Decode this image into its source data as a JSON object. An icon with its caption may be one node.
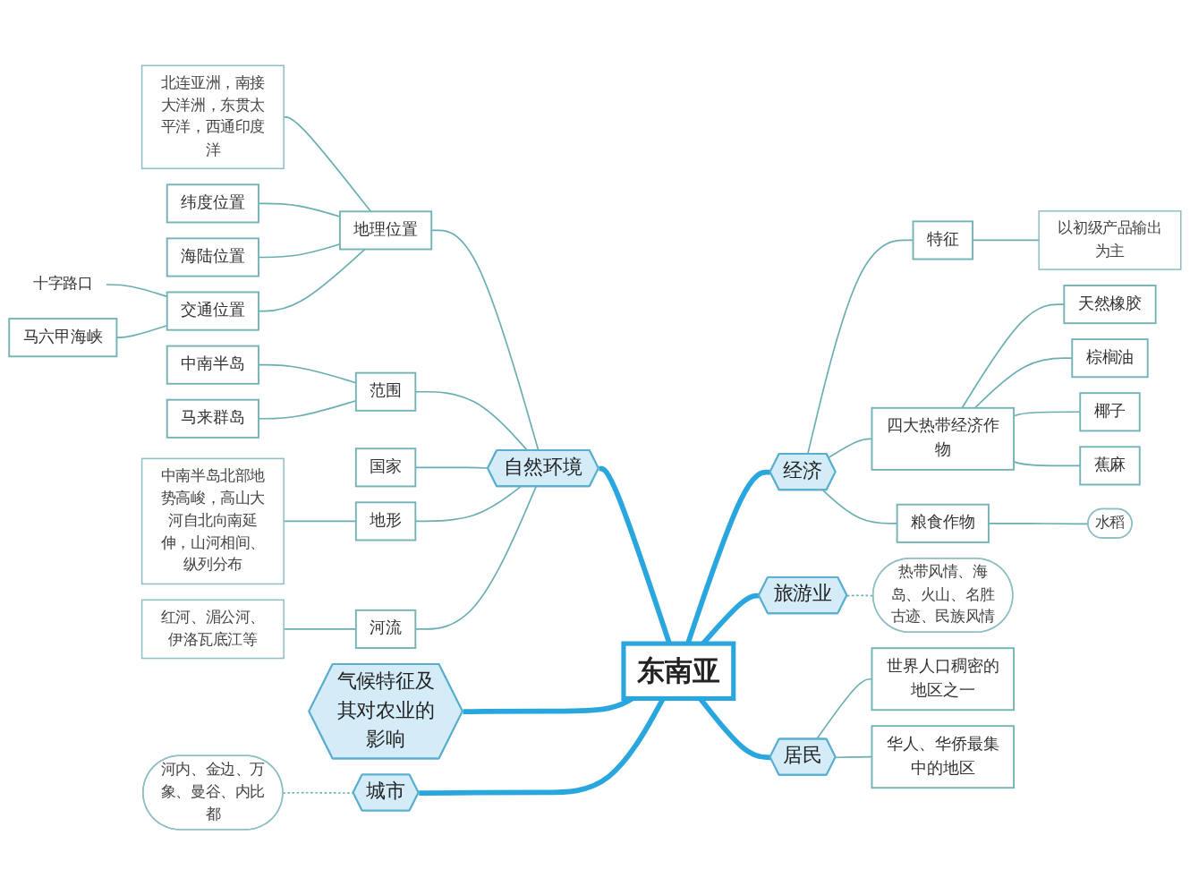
{
  "diagram": {
    "nodes": [
      {
        "text": [
          "东南亚"
        ]
      },
      {
        "text": [
          "自然环境"
        ]
      },
      {
        "text": [
          "地理位置"
        ]
      },
      {
        "text": [
          "北连亚洲，南接大洋洲，东贯太平洋，西通印度洋"
        ]
      },
      {
        "text": [
          "纬度位置"
        ]
      },
      {
        "text": [
          "海陆位置"
        ]
      },
      {
        "text": [
          "交通位置"
        ]
      },
      {
        "text": [
          "十字路口"
        ]
      },
      {
        "text": [
          "马六甲海峡"
        ]
      },
      {
        "text": [
          "范围"
        ]
      },
      {
        "text": [
          "中南半岛"
        ]
      },
      {
        "text": [
          "马来群岛"
        ]
      },
      {
        "text": [
          "国家"
        ]
      },
      {
        "text": [
          "地形"
        ]
      },
      {
        "text": [
          "中南半岛北部地势高峻，高山大河自北向南延伸，山河相间、纵列分布"
        ]
      },
      {
        "text": [
          "河流"
        ]
      },
      {
        "text": [
          "红河、湄公河、伊洛瓦底江等"
        ]
      },
      {
        "text": [
          "气候特征及其对农业的影响"
        ]
      },
      {
        "text": [
          "城市"
        ]
      },
      {
        "text": [
          "河内、金边、万象、曼谷、内比都"
        ]
      },
      {
        "text": [
          "经济"
        ]
      },
      {
        "text": [
          "特征"
        ]
      },
      {
        "text": [
          "以初级产品输出为主"
        ]
      },
      {
        "text": [
          "四大热带经济作物"
        ]
      },
      {
        "text": [
          "天然橡胶"
        ]
      },
      {
        "text": [
          "棕榈油"
        ]
      },
      {
        "text": [
          "椰子"
        ]
      },
      {
        "text": [
          "蕉麻"
        ]
      },
      {
        "text": [
          "粮食作物"
        ]
      },
      {
        "text": [
          "水稻"
        ]
      },
      {
        "text": [
          "旅游业"
        ]
      },
      {
        "text": [
          "热带风情、海岛、火山、名胜古迹、民族风情"
        ]
      },
      {
        "text": [
          "居民"
        ]
      },
      {
        "text": [
          "世界人口稠密的地区之一"
        ]
      },
      {
        "text": [
          "华人、华侨最集中的地区"
        ]
      }
    ],
    "edges": [
      {
        "from": 1,
        "to": 0,
        "arrow": "none",
        "style": "thick",
        "color": "#2aa6df"
      },
      {
        "from": 2,
        "to": 1,
        "arrow": "none"
      },
      {
        "from": 3,
        "to": 2,
        "arrow": "none"
      },
      {
        "from": 4,
        "to": 2,
        "arrow": "none"
      },
      {
        "from": 5,
        "to": 2,
        "arrow": "none"
      },
      {
        "from": 6,
        "to": 2,
        "arrow": "none"
      },
      {
        "from": 7,
        "to": 6,
        "arrow": "none"
      },
      {
        "from": 8,
        "to": 6,
        "arrow": "none"
      },
      {
        "from": 9,
        "to": 1,
        "arrow": "none"
      },
      {
        "from": 10,
        "to": 9,
        "arrow": "none"
      },
      {
        "from": 11,
        "to": 9,
        "arrow": "none"
      },
      {
        "from": 12,
        "to": 1,
        "arrow": "none"
      },
      {
        "from": 13,
        "to": 1,
        "arrow": "none"
      },
      {
        "from": 14,
        "to": 13,
        "arrow": "none"
      },
      {
        "from": 15,
        "to": 1,
        "arrow": "none"
      },
      {
        "from": 16,
        "to": 15,
        "arrow": "none"
      },
      {
        "from": 17,
        "to": 0,
        "arrow": "none",
        "style": "thick",
        "color": "#2aa6df"
      },
      {
        "from": 18,
        "to": 0,
        "arrow": "none",
        "style": "thick",
        "color": "#2aa6df"
      },
      {
        "from": 19,
        "to": 18,
        "arrow": "none",
        "style": "dashed"
      },
      {
        "from": 0,
        "to": 20,
        "arrow": "none",
        "style": "thick",
        "color": "#2aa6df"
      },
      {
        "from": 20,
        "to": 21,
        "arrow": "none"
      },
      {
        "from": 21,
        "to": 22,
        "arrow": "none"
      },
      {
        "from": 20,
        "to": 23,
        "arrow": "none"
      },
      {
        "from": 23,
        "to": 24,
        "arrow": "none"
      },
      {
        "from": 23,
        "to": 25,
        "arrow": "none"
      },
      {
        "from": 23,
        "to": 26,
        "arrow": "none"
      },
      {
        "from": 23,
        "to": 27,
        "arrow": "none"
      },
      {
        "from": 20,
        "to": 28,
        "arrow": "none"
      },
      {
        "from": 28,
        "to": 29,
        "arrow": "none"
      },
      {
        "from": 0,
        "to": 30,
        "arrow": "none",
        "style": "thick",
        "color": "#2aa6df"
      },
      {
        "from": 30,
        "to": 31,
        "arrow": "none",
        "style": "dashed"
      },
      {
        "from": 0,
        "to": 32,
        "arrow": "none",
        "style": "thick",
        "color": "#2aa6df"
      },
      {
        "from": 32,
        "to": 33,
        "arrow": "none"
      },
      {
        "from": 32,
        "to": 34,
        "arrow": "none"
      }
    ]
  }
}
